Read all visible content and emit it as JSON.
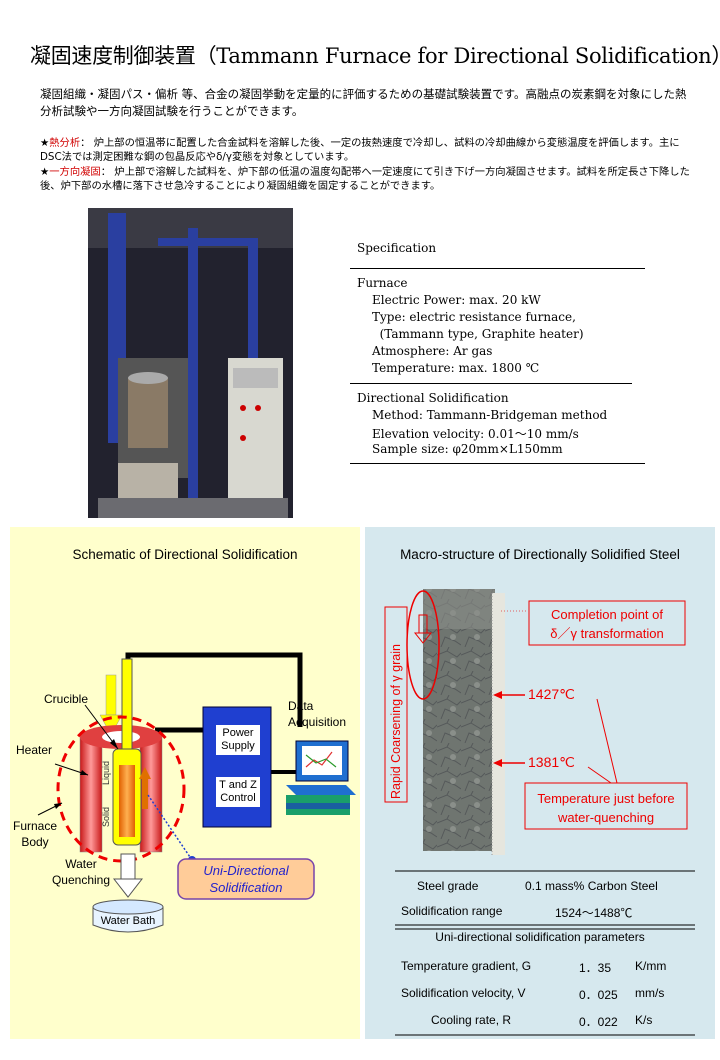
{
  "title": "凝固速度制御装置（Tammann Furnace for Directional Solidification）",
  "intro": "凝固組織・凝固パス・偏析 等、合金の凝固挙動を定量的に評価するための基礎試験装置です。高融点の炭素鋼を対象にした熱分析試験や一方向凝固試験を行うことができます。",
  "bullets": [
    {
      "star": "★",
      "head": "熱分析",
      "text": "： 炉上部の恒温帯に配置した合金試料を溶解した後、一定の抜熱速度で冷却し、試料の冷却曲線から変態温度を評価します。主にDSC法では測定困難な鋼の包晶反応やδ/γ変態を対象としています。"
    },
    {
      "star": "★",
      "head": "一方向凝固",
      "text": "： 炉上部で溶解した試料を、炉下部の低温の温度勾配帯へ一定速度にて引き下げ一方向凝固させます。試料を所定長さ下降した後、炉下部の水槽に落下させ急冷することにより凝固組織を固定することができます。"
    }
  ],
  "spec": {
    "heading": "Specification",
    "furnace_heading": "Furnace",
    "furnace_lines": [
      "Electric Power: max. 20 kW",
      "Type: electric resistance furnace,",
      "  (Tammann type, Graphite heater)",
      "Atmosphere: Ar gas",
      "Temperature: max. 1800 ℃"
    ],
    "ds_heading": "Directional Solidification",
    "ds_lines": [
      "Method: Tammann-Bridgeman method",
      "Elevation velocity: 0.01～10 mm/s",
      "Sample size: φ20mm×L150mm"
    ]
  },
  "schematic": {
    "title": "Schematic of Directional Solidification",
    "labels": {
      "crucible": "Crucible",
      "heater": "Heater",
      "furnace_body": "Furnace\nBody",
      "water_quenching": "Water\nQuenching",
      "water_bath": "Water Bath",
      "liquid": "Liquid",
      "solid": "Solid",
      "power_supply": "Power\nSupply",
      "tz_control": "T and Z\nControl",
      "data_acq": "Data\nAcquisition",
      "uni_directional": "Uni-Directional\nSolidification"
    }
  },
  "macro": {
    "title": "Macro-structure of Directionally Solidified Steel",
    "completion": "Completion point of\nδ／γ transformation",
    "rapid": "Rapid Coarsening of γ grain",
    "t1427": "1427℃",
    "t1381": "1381℃",
    "temp_before": "Temperature just before\nwater-quenching",
    "steel_grade_label": "Steel grade",
    "steel_grade_value": "0.1 mass% Carbon Steel",
    "sol_range_label": "Solidification range",
    "sol_range_value": "1524～1488℃",
    "params_heading": "Uni-directional solidification parameters",
    "params": [
      {
        "label": "Temperature gradient, G",
        "value": "1．35",
        "unit": "K/mm"
      },
      {
        "label": "Solidification velocity,  V",
        "value": "0．025",
        "unit": "mm/s"
      },
      {
        "label": "Cooling rate,  R",
        "value": "0．022",
        "unit": "K/s"
      }
    ]
  },
  "colors": {
    "accent_red": "#d00000",
    "left_bg": "#ffffcc",
    "right_bg": "#d6e8ee",
    "box_blue": "#1f3fd0"
  }
}
